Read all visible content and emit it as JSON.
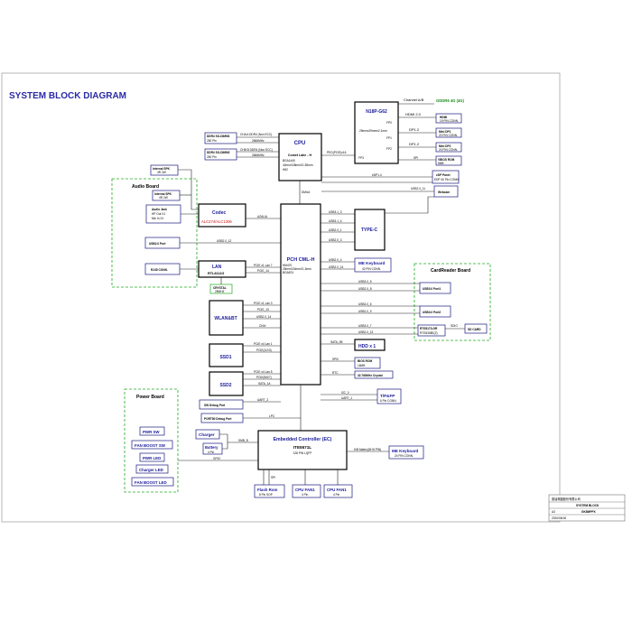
{
  "title": "SYSTEM BLOCK DIAGRAM",
  "cpu": {
    "name": "CPU",
    "line1": "Comet Lake - H",
    "line2": "BGA1440",
    "line3": "42mmX28mmX1.55mm",
    "line4": "H82"
  },
  "gpu": {
    "name": "N18P-G62",
    "line1": "29mmx29mmx2.1mm",
    "ports": [
      "FP0",
      "FP1",
      "FP2",
      "FP3"
    ]
  },
  "gpu_links": {
    "channel": "Channel A/B",
    "gddr": "GDDR6 4G (4G)",
    "hdmi_bus": "HDMI 2.0",
    "hdmi": "HDMI",
    "hdmi_sub": "19 PIN CONN.",
    "dp1_bus": "DP1.2",
    "dp1": "Mini DP1",
    "dp1_sub": "20 PIN CONN.",
    "dp2_bus": "DP1.2",
    "dp2": "Mini DP2",
    "dp2_sub": "20 PIN CONN.",
    "vbios_bus": "SPI",
    "vbios": "VBIOS ROM",
    "vbios_sub": "8MB"
  },
  "ddr": {
    "a": "DDR4 SO-DIMM1",
    "a_pin": "260 Pin",
    "a_bus": "CHA A DDR4 (Non ECC)",
    "a_speed": "2666MHz",
    "b": "DDR4 SO-DIMM2",
    "b_pin": "260 Pin",
    "b_bus": "CHB B DDR4 (Non ECC)",
    "b_speed": "2666MHz"
  },
  "peg": "PEG(PCIE)x16",
  "dmi": "DMIx4",
  "edp": {
    "bus": "eDP1.4",
    "name": "eDP Panel",
    "sub": "EDP 40 Pin CONN."
  },
  "webcam": {
    "bus": "USB2.0_11",
    "name": "Webcam"
  },
  "pch": {
    "name": "PCH CML-H",
    "line1": "HM470",
    "line2": "25mmX24mmX1.3mm",
    "line3": "BGA874"
  },
  "audio_board": {
    "title": "Audio Board",
    "int_spk": "Internal SPK",
    "int_spk_sub": "4R 2W",
    "int_spk2": "Internal SPK",
    "int_spk2_sub": "4R 2W",
    "jack": "Audio Jack",
    "jack_sub1": "HP Out X1",
    "jack_sub2": "Mic In X1",
    "usb2": "USB2.0 Port",
    "rj45": "RJ45 CONN."
  },
  "codec": {
    "name": "Codec",
    "part": "ALC274/ALC1306",
    "bus": "AZALIA"
  },
  "lan": {
    "name": "LAN",
    "part": "RTL8111G",
    "bus": "PCIE x1 Lan 7",
    "bus2": "PCIE_14",
    "crystal": "CRYSTAL",
    "crystal_sub": "25MHZ"
  },
  "usb_board": {
    "bus": "USB2.0_12"
  },
  "typec": {
    "name": "TYPE-C",
    "buses": [
      "USB3.1_3",
      "USB3.1_4",
      "USB2.0_1",
      "USB2.0_3"
    ]
  },
  "me_kb": {
    "name": "ME Keyboard",
    "sub": "42 PIN CONN.",
    "buses": [
      "USB2.0_4",
      "USB2.0_14"
    ]
  },
  "cardreader": {
    "title": "CardReader Board",
    "p1": "USB3.0 Port1",
    "p2": "USB3.0 Port2",
    "rts": "RTS5170-GR",
    "rts2": "RTS5308E(Z)",
    "sd": "SD CARD",
    "sdio": "SDIO",
    "buses": [
      "USB3.0_5",
      "USB2.0_8",
      "USB3.0_6",
      "USB2.0_9",
      "USB3.0_7",
      "USB2.0_13"
    ]
  },
  "wlan": {
    "name": "WLAN&BT",
    "buses": [
      "PCIE x1 Lan 3",
      "PCIE_13",
      "USB2.0_14",
      "CNVi"
    ]
  },
  "hdd": {
    "name": "HDD x 1",
    "bus": "SATA_0B"
  },
  "ssd1": {
    "name": "SSD1",
    "buses": [
      "PCIE x4 Lan 1",
      "PCIE(1/2/3)"
    ]
  },
  "ssd2": {
    "name": "SSD2",
    "buses": [
      "PCIE x4 Lan 5",
      "PCIE(5/6/7)",
      "SATA_1A"
    ]
  },
  "bios": {
    "name": "BIOS ROM",
    "sub": "16MB",
    "bus": "SPI0"
  },
  "crystal32": {
    "name": "32.768KHz Crystal",
    "bus": "RTC"
  },
  "tpff": {
    "name": "T/P&FP",
    "sub": "6 Pin CONN.",
    "bus1": "I2C_0",
    "bus2": "UART_1"
  },
  "sw_debug": {
    "name": "SW Debug Port",
    "bus": "UART_2"
  },
  "port80": {
    "name": "PORT80 Debug Port",
    "bus": "LPC"
  },
  "ec": {
    "name": "Embedded Controller (EC)",
    "part": "ITE5571L",
    "sub": "128 PIN LQFP",
    "kb_bus": "K/B Matrix(26+8 PIN)"
  },
  "me_kb2": {
    "name": "ME Keyboard",
    "sub": "24 PIN CONN."
  },
  "power_board": {
    "title": "Power Board",
    "items": [
      "PWR SW",
      "FAN BOOST SW",
      "PWR LED",
      "Charger LED",
      "FAN BOOST LED"
    ]
  },
  "charger": {
    "name": "Charger",
    "smb": "SMB_B"
  },
  "battery": {
    "name": "Battery",
    "sub": "4 Pin"
  },
  "gpio": "GPIO",
  "bottom": {
    "flash": "Flash Rom",
    "flash_sub": "8 Pin SOP",
    "fan1": "CPU FAN1",
    "fan1_sub": "4 Pin",
    "fan2": "CPU FAN1",
    "fan2_sub": "4 Pin",
    "spi": "SPI"
  },
  "titleblock": {
    "company": "廣達電腦股份有限公司",
    "sheet": "SYSTEM BLOCK",
    "model": "GK5MPPX",
    "size": "A3",
    "date": "2020/06/18"
  }
}
